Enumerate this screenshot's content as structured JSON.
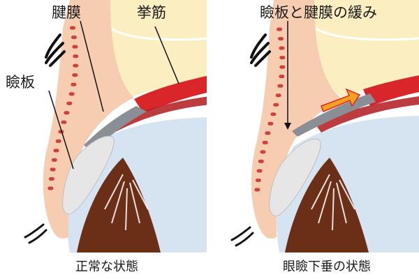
{
  "labels": {
    "tendon": "腱膜",
    "levator": "挙筋",
    "tarsus": "瞼板",
    "right_title": "瞼板と腱膜の緩み",
    "caption_left": "正常な状態",
    "caption_right": "眼瞼下垂の状態"
  },
  "colors": {
    "skin": "#f6cdb0",
    "fat": "#fbefc2",
    "eyeball": "#d6e3f0",
    "muscle": "#d9262a",
    "muscle_dark": "#b01a1e",
    "tendon_gray": "#8a8f96",
    "tarsus_plate": "#e6e6e6",
    "iris": "#6a2f16",
    "gland_dot": "#d0403c",
    "arrow": "#f5a01e",
    "arrow_edge": "#e0252a"
  }
}
